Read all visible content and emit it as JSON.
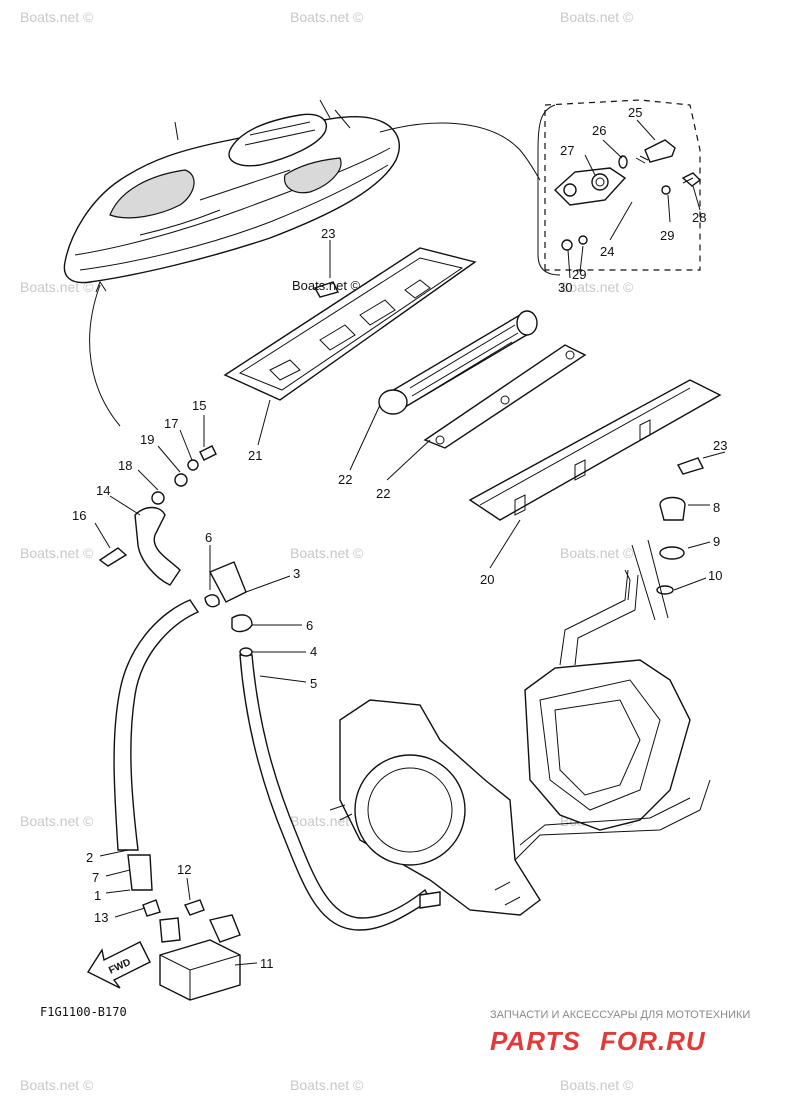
{
  "diagram": {
    "code": "F1G1100-B170",
    "fwd_label": "FWD",
    "part_labels": {
      "p1": "1",
      "p2": "2",
      "p3": "3",
      "p4": "4",
      "p5": "5",
      "p6a": "6",
      "p6b": "6",
      "p7": "7",
      "p8": "8",
      "p9": "9",
      "p10": "10",
      "p11": "11",
      "p12": "12",
      "p13": "13",
      "p14": "14",
      "p15": "15",
      "p16": "16",
      "p17": "17",
      "p18": "18",
      "p19": "19",
      "p20": "20",
      "p21": "21",
      "p22a": "22",
      "p22b": "22",
      "p23a": "23",
      "p23b": "23",
      "p24": "24",
      "p25": "25",
      "p26": "26",
      "p27": "27",
      "p28": "28",
      "p29a": "29",
      "p29b": "29",
      "p30": "30"
    }
  },
  "watermark": {
    "text": "Boats.net ©",
    "inline_text": "Boats.net ©"
  },
  "branding": {
    "tagline": "ЗАПЧАСТИ И АКСЕССУАРЫ ДЛЯ МОТОТЕХНИКИ",
    "logo_part1": "PARTS",
    "logo_part2": "FOR.RU",
    "logo_color": "#e23a3a",
    "logo_color_dark": "#b01818"
  }
}
